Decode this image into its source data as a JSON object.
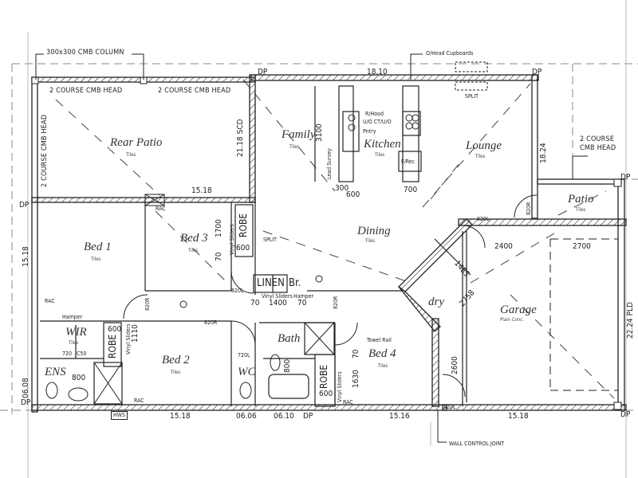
{
  "annotations": {
    "column_note": "300x300 CMB COLUMN",
    "head_top_left": "2 COURSE CMB HEAD",
    "head_top_mid": "2 COURSE CMB HEAD",
    "head_left_vertical": "2 COURSE CMB HEAD",
    "head_patio_line1": "2 COURSE",
    "head_patio_line2": "CMB HEAD",
    "ohead_cupboards": "O/Head Cupboards",
    "split_top": "SPLIT",
    "split_mid": "SPLIT",
    "wall_control_joint": "WALL CONTROL JOINT",
    "dp": "DP",
    "rac": "RAC",
    "hamper": "Hamper",
    "vinyl_sliders": "Vinyl Sliders",
    "towel_rail": "Towel Rail",
    "lead_survey": "Lead Survey",
    "rhood": "R/Hood",
    "uo_ct": "U/O CT/U/O",
    "pantry": "Pntry",
    "fridge": "F/Rec",
    "hws": "HWS"
  },
  "rooms": {
    "rear_patio": {
      "name": "Rear Patio",
      "floor": "Tiles"
    },
    "family": {
      "name": "Family",
      "floor": "Tiles"
    },
    "kitchen": {
      "name": "Kitchen",
      "floor": "Tiles"
    },
    "lounge": {
      "name": "Lounge",
      "floor": "Tiles"
    },
    "patio": {
      "name": "Patio",
      "floor": "Tiles"
    },
    "bed1": {
      "name": "Bed 1",
      "floor": "Tiles"
    },
    "bed3": {
      "name": "Bed 3",
      "floor": "Tiles"
    },
    "dining": {
      "name": "Dining",
      "floor": "Tiles"
    },
    "garage": {
      "name": "Garage",
      "floor": "Plain Conc."
    },
    "wir": {
      "name": "WIR",
      "floor": "Tiles"
    },
    "bed2": {
      "name": "Bed 2",
      "floor": "Tiles"
    },
    "ens": {
      "name": "ENS"
    },
    "bath": {
      "name": "Bath"
    },
    "wc": {
      "name": "WC"
    },
    "bed4": {
      "name": "Bed 4",
      "floor": "Tiles"
    },
    "laundry": {
      "name": "dry"
    },
    "linen": {
      "name": "LINEN"
    },
    "broom": {
      "name": "Br."
    },
    "robe_bed3": {
      "name": "ROBE"
    },
    "robe_bed2": {
      "name": "ROBE"
    },
    "robe_bed4": {
      "name": "ROBE"
    }
  },
  "dimensions": {
    "top_wall": "18.10",
    "lounge_side": "18.24",
    "scd": "21.18 SCD",
    "rear_patio_bottom": "15.18",
    "left_wall": "15.18",
    "garage_side": "22.24 PLD",
    "bottom_left": "15.18",
    "bottom_mid1": "06.06",
    "bottom_mid2": "06.10",
    "bottom_bed4": "15.16",
    "bottom_garage": "15.18",
    "ens_side": "06.08",
    "family_3100": "3100",
    "d300": "300",
    "d600_kitchen": "600",
    "d700": "700",
    "robe_1700": "1700",
    "robe_600_bed3": "600",
    "d70a": "70",
    "linen_70l": "70",
    "linen_1400": "1400",
    "linen_70r": "70",
    "robe_600_bed2": "600",
    "wir_720": "720",
    "wir_c50": "C50",
    "robe_1110": "1110",
    "ens_800": "800",
    "bath_800": "800",
    "robe_600_bed4": "600",
    "bed4_1630": "1630",
    "bed4_70": "70",
    "garage_2400": "2400",
    "garage_2700": "2700",
    "garage_2600": "2600",
    "laundry_1485": "1485",
    "laundry_2758": "2758",
    "door_820l_lounge": "820L",
    "door_820_patio": "820R",
    "door_820l_bed3": "820L",
    "door_820r_bed1": "820R",
    "door_820r_bed2": "820R",
    "door_820r_bed4": "820R",
    "door_720l": "720L",
    "door_620l": "620L"
  }
}
